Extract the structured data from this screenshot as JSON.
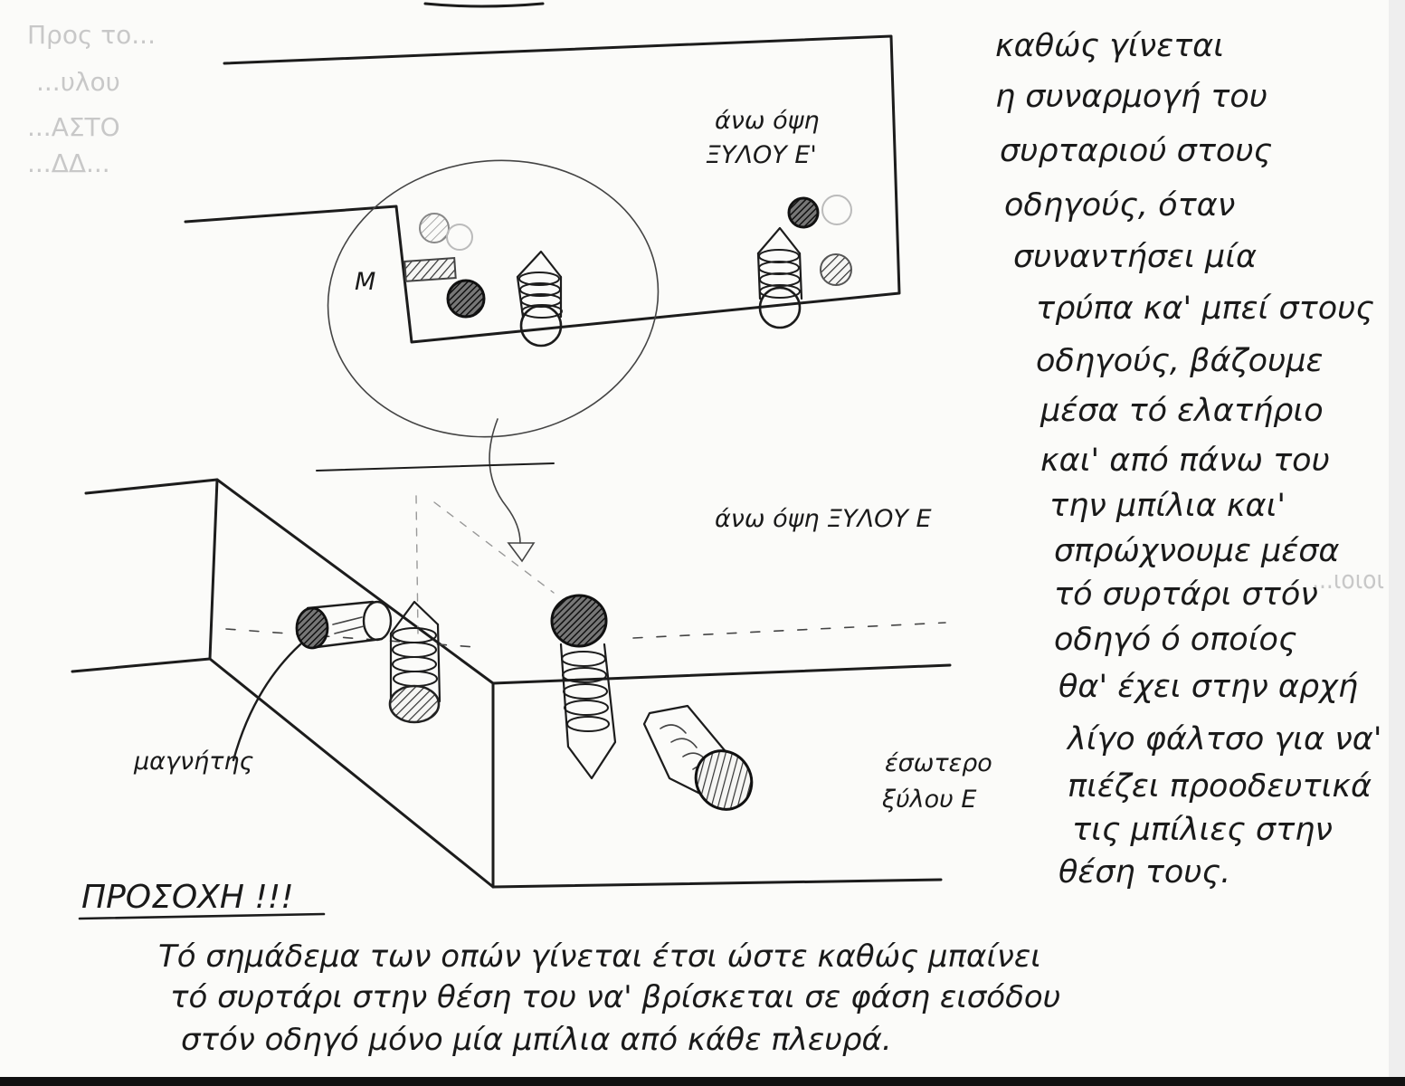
{
  "diagram": {
    "labels": {
      "top_view": [
        "άνω όψη",
        "ΞΥΛΟΥ Ε'"
      ],
      "m": "Μ",
      "top_view_e": "άνω όψη ΞΥΛΟΥ Ε",
      "magnet": "μαγνήτης",
      "inside": [
        "έσωτερο",
        "ξύλου Ε"
      ]
    },
    "side_note": [
      "καθώς γίνεται",
      "η συναρμογή του",
      "συρταριού στους",
      "οδηγούς, όταν",
      "συναντήσει μία",
      "τρύπα κα' μπεί στους",
      "οδηγούς, βάζουμε",
      "μέσα τό ελατήριο",
      "και' από πάνω του",
      "την μπίλια και'",
      "σπρώχνουμε μέσα",
      "τό συρτάρι στόν",
      "οδηγό ό οποίος",
      "θα' έχει στην αρχή",
      "λίγο φάλτσο για να'",
      "πιέζει προοδευτικά",
      "τις μπίλιες στην",
      "θέση τους."
    ],
    "warning": {
      "title": "ΠΡΟΣΟΧΗ !!!",
      "lines": [
        "Τό σημάδεμα των οπών γίνεται έτσι ώστε καθώς μπαίνει",
        "τό συρτάρι στην θέση του να' βρίσκεται σε φάση εισόδου",
        "στόν οδηγό μόνο μία μπίλια από κάθε πλευρά."
      ]
    },
    "ghost_text": [
      "Προς το...",
      "...υλου",
      "...ΑΣΤΟ",
      "...ΔΔ...",
      "...ιοιοι"
    ]
  }
}
